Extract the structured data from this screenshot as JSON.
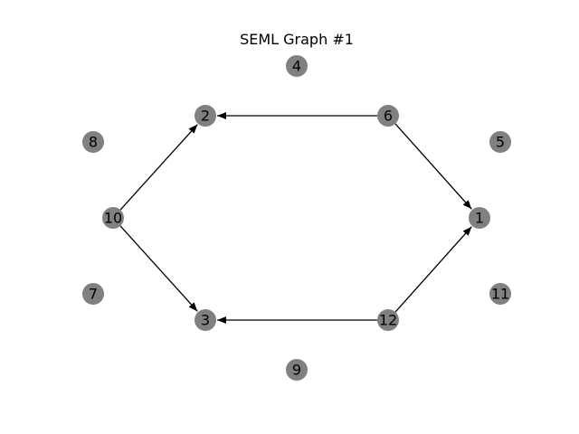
{
  "diagram": {
    "title": "SEML Graph #1",
    "node_color": "#808080",
    "edge_color": "#000000",
    "nodes": [
      {
        "id": "1",
        "label": "1"
      },
      {
        "id": "2",
        "label": "2"
      },
      {
        "id": "3",
        "label": "3"
      },
      {
        "id": "4",
        "label": "4"
      },
      {
        "id": "5",
        "label": "5"
      },
      {
        "id": "6",
        "label": "6"
      },
      {
        "id": "7",
        "label": "7"
      },
      {
        "id": "8",
        "label": "8"
      },
      {
        "id": "9",
        "label": "9"
      },
      {
        "id": "10",
        "label": "10"
      },
      {
        "id": "11",
        "label": "11"
      },
      {
        "id": "12",
        "label": "12"
      }
    ],
    "edges": [
      {
        "from": "6",
        "to": "2"
      },
      {
        "from": "6",
        "to": "1"
      },
      {
        "from": "10",
        "to": "2"
      },
      {
        "from": "10",
        "to": "3"
      },
      {
        "from": "12",
        "to": "3"
      },
      {
        "from": "12",
        "to": "1"
      }
    ]
  }
}
